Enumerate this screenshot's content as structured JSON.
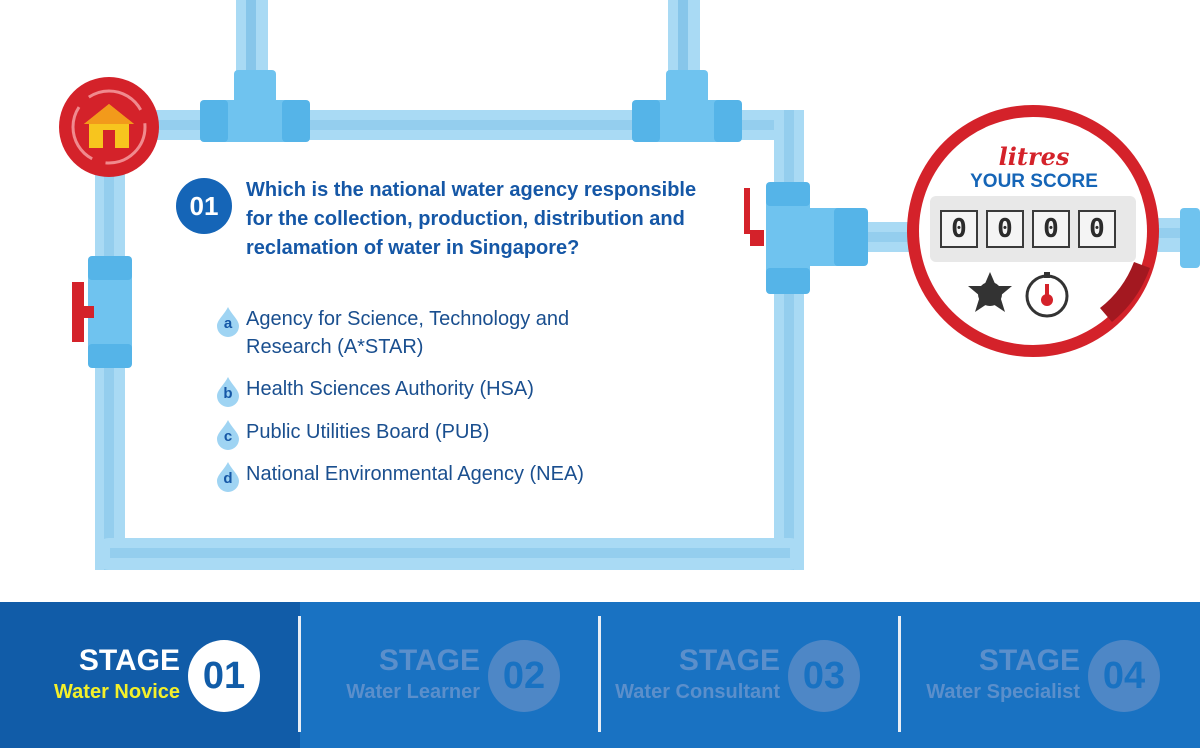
{
  "question": {
    "number": "01",
    "text": "Which is the national water agency responsible for the collection, production, distribution and reclamation of water in Singapore?",
    "answers": [
      {
        "letter": "a",
        "text": "Agency for Science, Technology and Research (A*STAR)"
      },
      {
        "letter": "b",
        "text": "Health Sciences Authority (HSA)"
      },
      {
        "letter": "c",
        "text": "Public Utilities Board (PUB)"
      },
      {
        "letter": "d",
        "text": "National Environmental Agency (NEA)"
      }
    ]
  },
  "meter": {
    "title": "litres",
    "subtitle": "YOUR SCORE",
    "digits": [
      "0",
      "0",
      "0",
      "0"
    ]
  },
  "stages": [
    {
      "label": "STAGE",
      "name": "Water Novice",
      "number": "01",
      "active": true
    },
    {
      "label": "STAGE",
      "name": "Water  Learner",
      "number": "02",
      "active": false
    },
    {
      "label": "STAGE",
      "name": "Water Consultant",
      "number": "03",
      "active": false
    },
    {
      "label": "STAGE",
      "name": "Water Specialist",
      "number": "04",
      "active": false
    }
  ],
  "colors": {
    "pipe": "#a9daf4",
    "pipe_dark": "#87c6ea",
    "joint": "#6fc3ef",
    "red": "#d4222a",
    "stage_bar": "#1972c2",
    "stage_active": "#115ca8",
    "question_text": "#1557a6",
    "highlight": "#f4f02a"
  },
  "icons": {
    "home_button": "home-icon",
    "meter_gear": "gear-icon",
    "meter_gauge": "gauge-icon",
    "valve": "valve-icon",
    "answer_marker": "water-drop-icon"
  }
}
